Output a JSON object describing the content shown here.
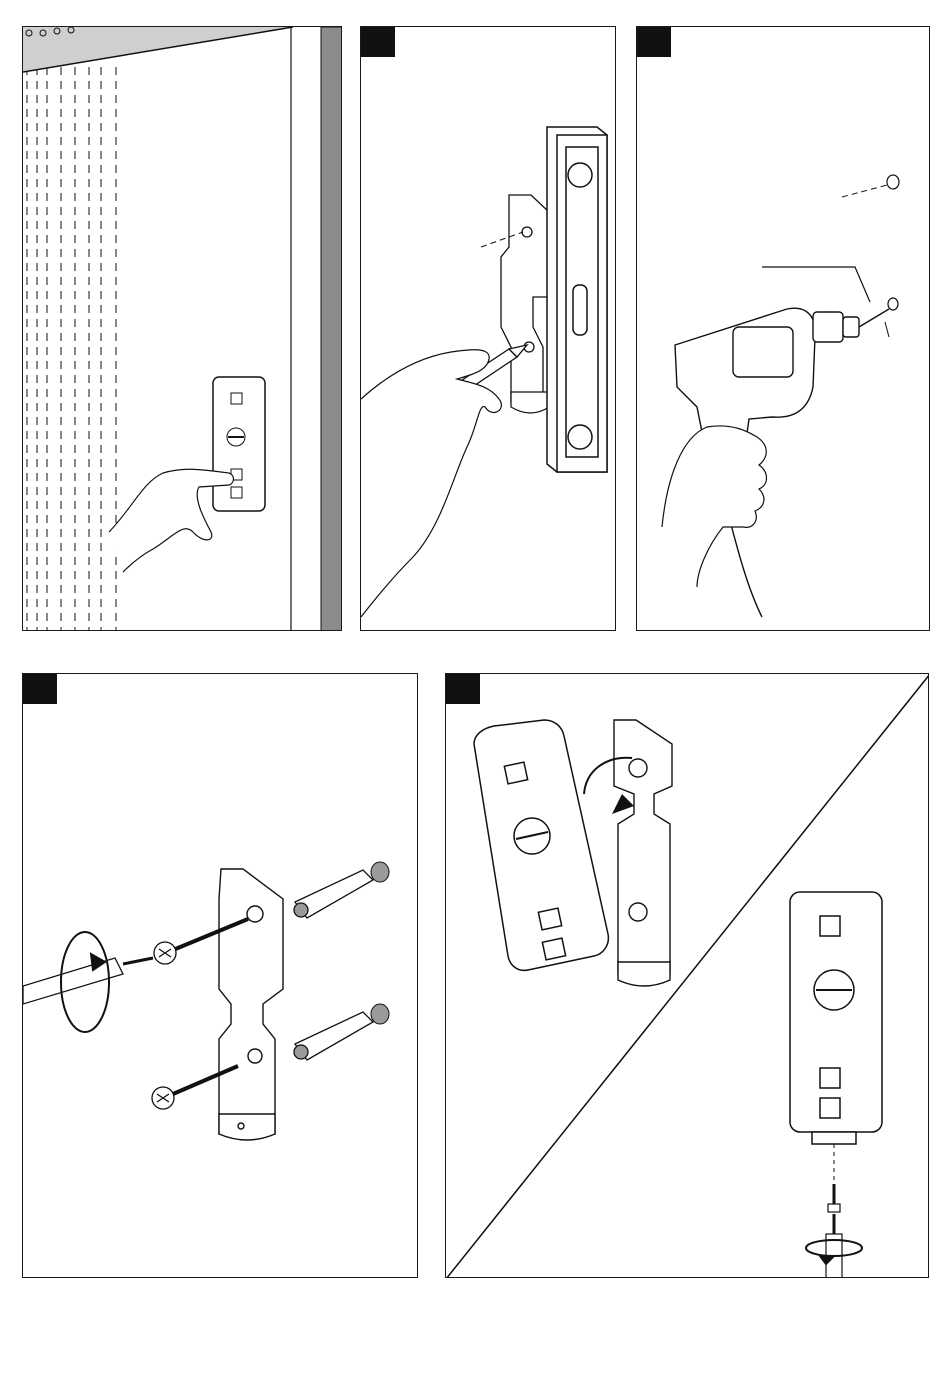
{
  "document": {
    "type": "installation-instructions",
    "panels": [
      {
        "id": "step-1",
        "scene": "fingertip-on-button-of-unit-mounted-beside-door-frame"
      },
      {
        "id": "step-2",
        "scene": "pencil-marks-holes-through-bracket-with-spirit-level"
      },
      {
        "id": "step-3",
        "scene": "drill-holes-at-marked-points"
      },
      {
        "id": "step-4",
        "scene": "insert-wall-plugs-and-screw-bracket"
      },
      {
        "id": "step-5",
        "scene": "hook-unit-onto-bracket-and-secure-bottom-screw"
      }
    ]
  },
  "colors": {
    "line": "#111111",
    "badge": "#111111",
    "frame_shade": "#8c8c8c",
    "plug_grey": "#9a9a9a",
    "paper": "#ffffff"
  },
  "icons": [
    "hand-icon",
    "pencil-icon",
    "spirit-level-icon",
    "drill-icon",
    "screwdriver-icon",
    "wall-plug-icon",
    "screw-icon",
    "rotation-arrow-icon",
    "bracket-icon",
    "button-unit-icon"
  ]
}
